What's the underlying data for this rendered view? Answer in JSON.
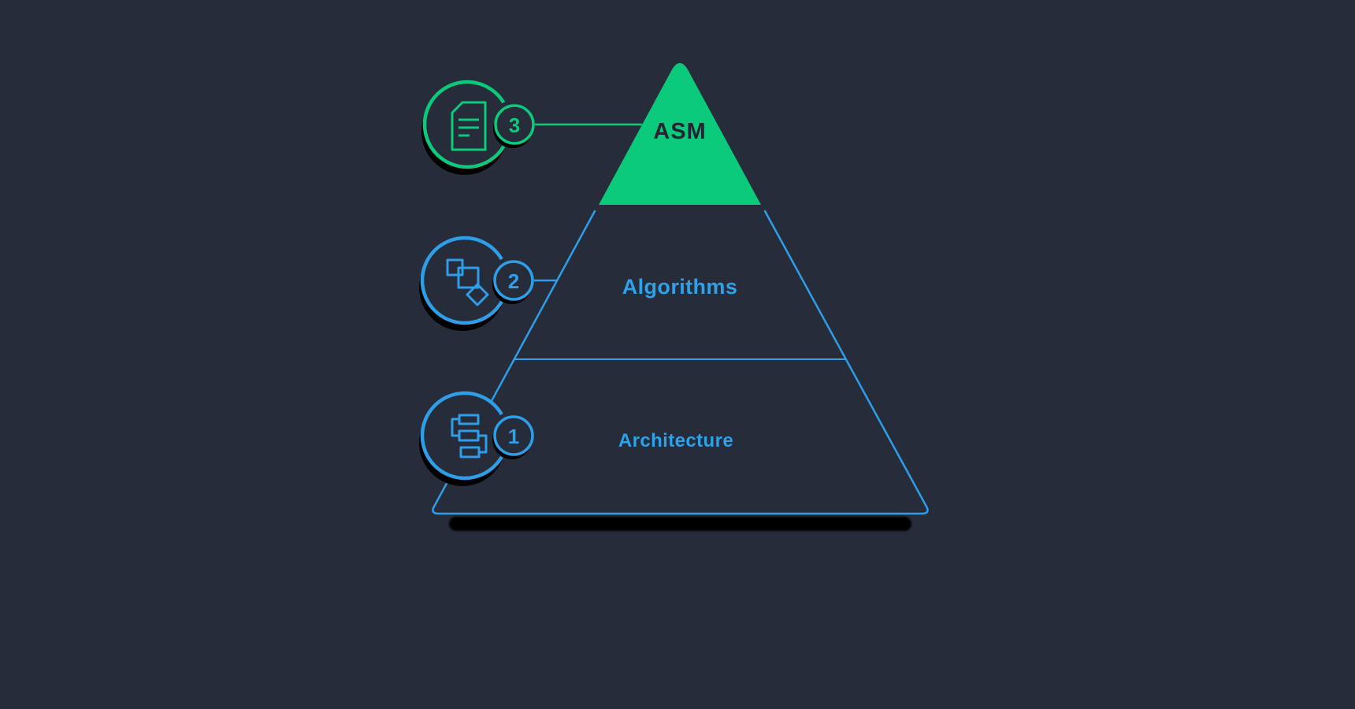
{
  "title": "Assembly learning pyramid diagram",
  "colors": {
    "background": "#262c3a",
    "green": "#0bca7c",
    "blue": "#2e9ee8",
    "label_blue": "#2da1ea",
    "asm_text": "#1f2532",
    "shadow": "#000000"
  },
  "pyramid": {
    "levels": [
      {
        "number": "3",
        "label": "ASM",
        "icon": "document-icon",
        "style": "filled",
        "color": "#0bca7c"
      },
      {
        "number": "2",
        "label": "Algorithms",
        "icon": "flowchart-icon",
        "style": "outlined",
        "color": "#2e9ee8"
      },
      {
        "number": "1",
        "label": "Architecture",
        "icon": "hierarchy-icon",
        "style": "outlined",
        "color": "#2e9ee8"
      }
    ]
  }
}
